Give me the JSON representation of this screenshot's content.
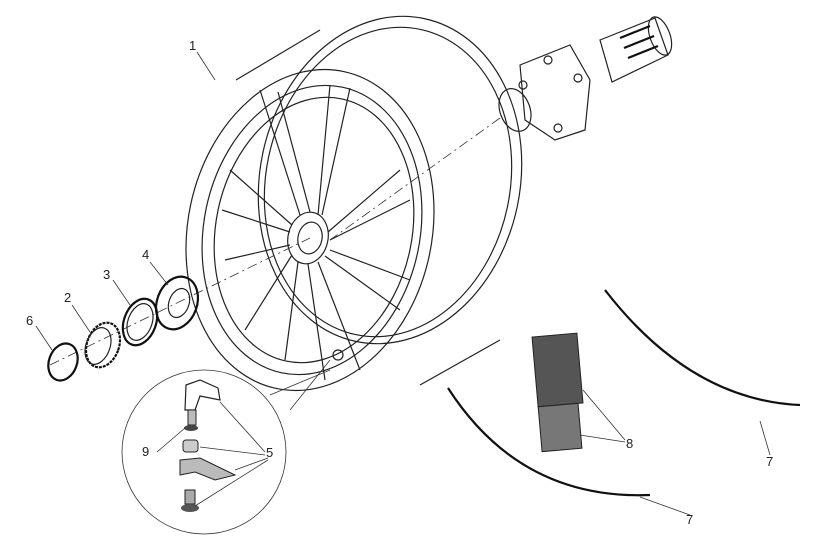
{
  "diagram": {
    "title": "Rear wheel exploded view",
    "callouts": {
      "wheel": "1",
      "bearing_nut": "2",
      "seal_ring": "3",
      "spacer": "4",
      "valve_parts": "5",
      "circlip": "6",
      "balance_strip_a": "7",
      "balance_strip_b": "7",
      "adhesive_label": "8",
      "o_ring": "9"
    },
    "colors": {
      "line": "#222222",
      "label_fill": "#555555"
    }
  }
}
